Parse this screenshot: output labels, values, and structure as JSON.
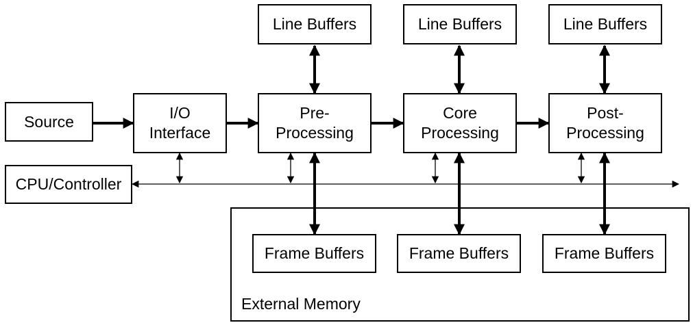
{
  "blocks": {
    "source": "Source",
    "io_interface": [
      "I/O",
      "Interface"
    ],
    "pre_processing": [
      "Pre-",
      "Processing"
    ],
    "core_processing": [
      "Core",
      "Processing"
    ],
    "post_processing": [
      "Post-",
      "Processing"
    ],
    "cpu_controller": "CPU/Controller",
    "line_buffers": [
      "Line Buffers",
      "Line Buffers",
      "Line Buffers"
    ],
    "frame_buffers": [
      "Frame Buffers",
      "Frame Buffers",
      "Frame Buffers"
    ]
  },
  "external_memory": {
    "label": "External Memory"
  }
}
